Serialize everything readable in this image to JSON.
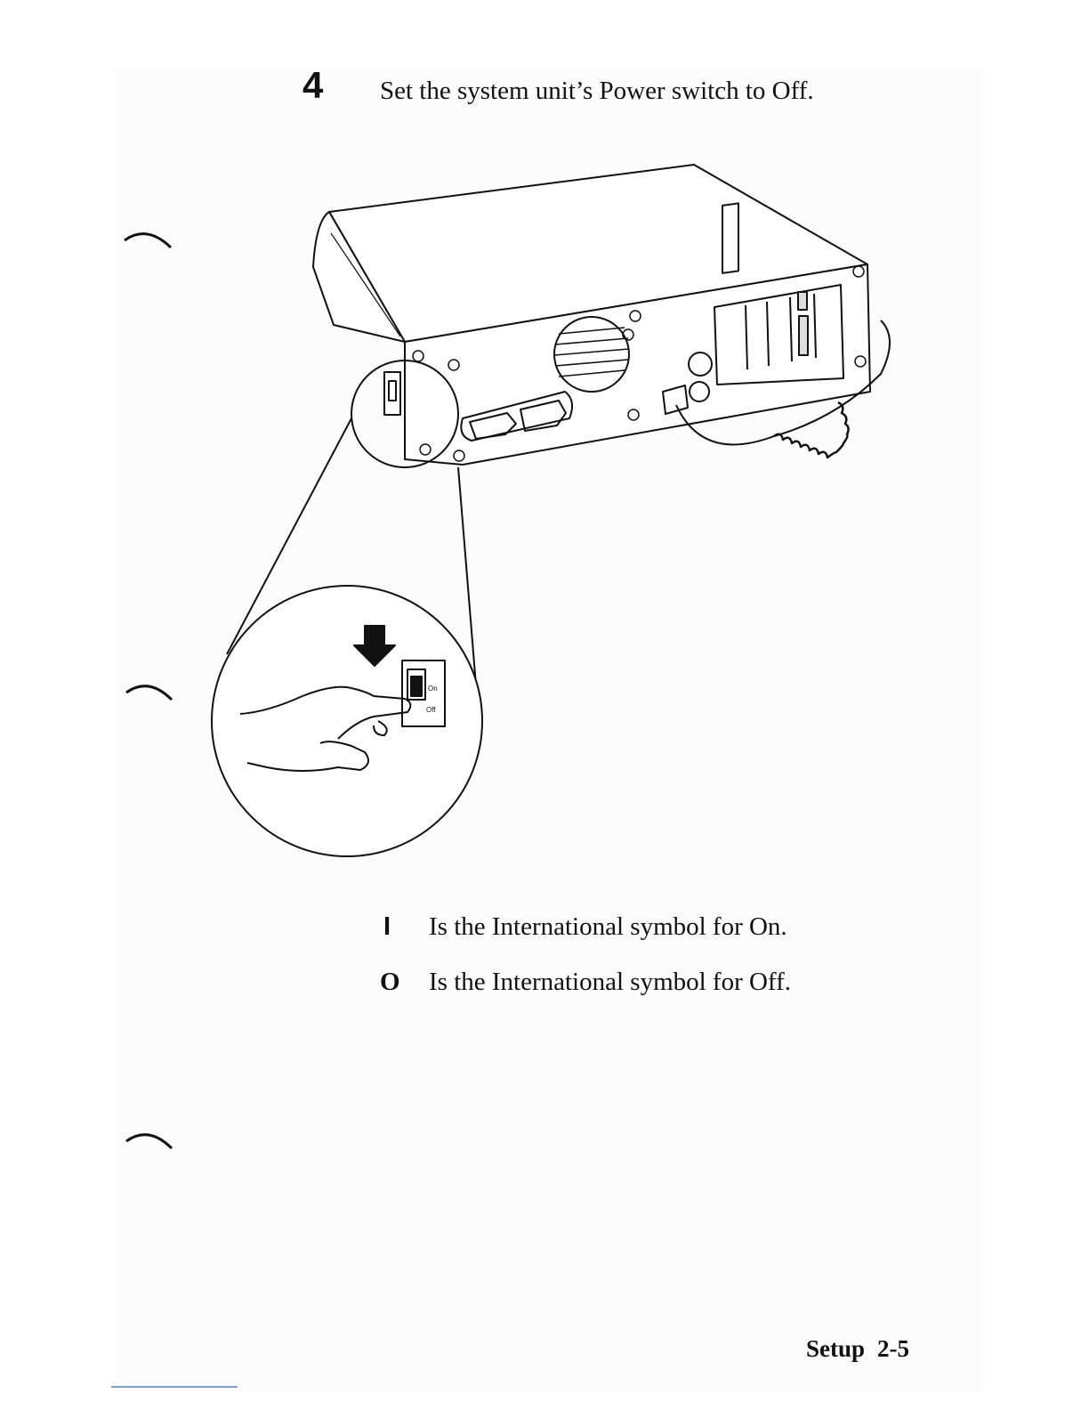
{
  "step": {
    "number": "4",
    "instruction": "Set the system unit’s Power switch to Off."
  },
  "illustration": {
    "switch_labels": [
      "On",
      "Off"
    ]
  },
  "legend": [
    {
      "symbol": "I",
      "text": "Is the International symbol for On."
    },
    {
      "symbol": "O",
      "text": "Is the International symbol for Off."
    }
  ],
  "footer": {
    "section": "Setup",
    "page": "2-5"
  }
}
